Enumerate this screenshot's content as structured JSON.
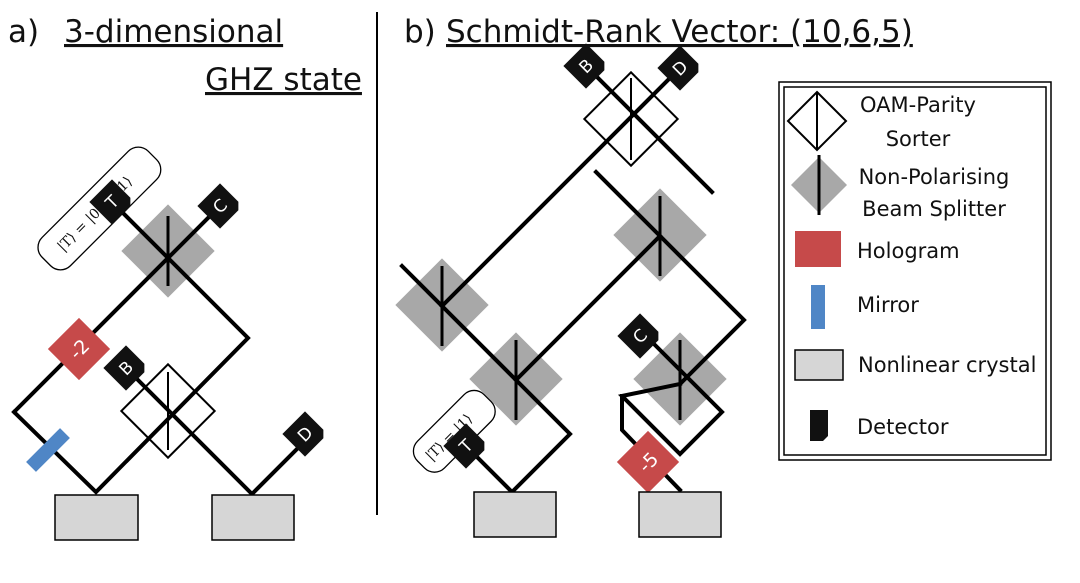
{
  "panel_a": {
    "label": "a)",
    "title_line1": "3-dimensional",
    "title_line2": "GHZ state",
    "detectors": [
      "T",
      "C",
      "B",
      "D"
    ],
    "hologram_value": "-2",
    "trigger_label": "|T⟩ = |0⟩ + |1⟩"
  },
  "panel_b": {
    "label": "b)",
    "title": "Schmidt-Rank Vector: (10,6,5)",
    "detectors": [
      "B",
      "D",
      "C",
      "T"
    ],
    "hologram_value": "-5",
    "trigger_label": "|T⟩ = |1⟩"
  },
  "legend": {
    "items": [
      {
        "icon": "oam-parity-sorter-icon",
        "line1": "OAM-Parity",
        "line2": "Sorter"
      },
      {
        "icon": "beam-splitter-icon",
        "line1": "Non-Polarising",
        "line2": "Beam Splitter"
      },
      {
        "icon": "hologram-icon",
        "line1": "Hologram",
        "line2": ""
      },
      {
        "icon": "mirror-icon",
        "line1": "Mirror",
        "line2": ""
      },
      {
        "icon": "crystal-icon",
        "line1": "Nonlinear crystal",
        "line2": ""
      },
      {
        "icon": "detector-icon",
        "line1": "Detector",
        "line2": ""
      }
    ]
  },
  "colors": {
    "hologram": "#c64a4a",
    "mirror": "#4f86c6",
    "beam_splitter": "#a8a8a8",
    "crystal": "#d6d6d6",
    "detector": "#111111"
  }
}
